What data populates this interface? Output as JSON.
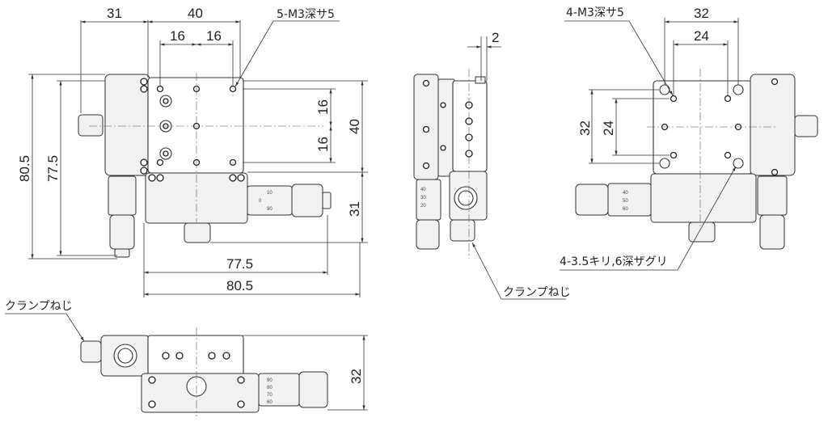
{
  "title": "XY stage dimensional drawing",
  "front_view": {
    "dim_left_width": "31",
    "dim_plate_width": "40",
    "dim_pitch_a": "16",
    "dim_pitch_b": "16",
    "tap_note": "5-M3深サ5",
    "dim_vert_pitch_a": "16",
    "dim_vert_pitch_b": "16",
    "dim_plate_height": "40",
    "dim_lower_height": "31",
    "dim_total_height_outer": "80.5",
    "dim_total_height_inner": "77.5",
    "dim_total_width_inner": "77.5",
    "dim_total_width_outer": "80.5",
    "micrometer_ticks": [
      "10",
      "0",
      "90"
    ]
  },
  "side_view": {
    "dim_offset": "2",
    "clamp_note": "クランプねじ",
    "micrometer_ticks": [
      "40",
      "30",
      "20"
    ]
  },
  "rear_view": {
    "tap_note": "4-M3深サ5",
    "dim_outer_pitch_x": "32",
    "dim_inner_pitch_x": "24",
    "dim_outer_pitch_y": "32",
    "dim_inner_pitch_y": "24",
    "counterbore_note": "4-3.5キリ,6深ザグリ",
    "micrometer_ticks": [
      "40",
      "50",
      "60"
    ]
  },
  "bottom_view": {
    "clamp_note": "クランプねじ",
    "dim_height": "32",
    "micrometer_ticks": [
      "90",
      "80",
      "70",
      "60"
    ]
  }
}
